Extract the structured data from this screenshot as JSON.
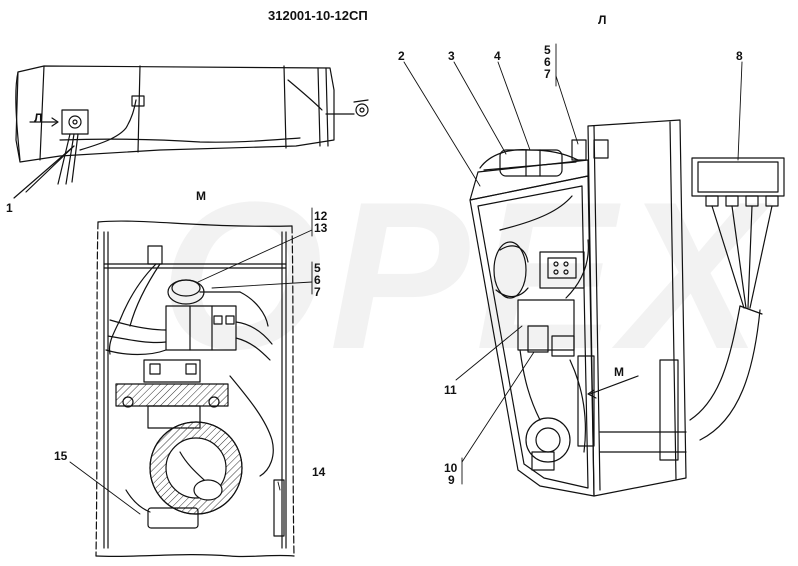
{
  "title": "312001-10-12СП",
  "watermark": "OPEX",
  "views": {
    "top_right": "Л",
    "left_small": "Л",
    "detail": "М",
    "arrow_right": "М"
  },
  "callouts": {
    "n1": "1",
    "n2": "2",
    "n3": "3",
    "n4": "4",
    "n5a": "5",
    "n6a": "6",
    "n7a": "7",
    "n8": "8",
    "n12": "12",
    "n13": "13",
    "n5b": "5",
    "n6b": "6",
    "n7b": "7",
    "n11": "11",
    "n10": "10",
    "n9": "9",
    "n14": "14",
    "n15": "15"
  },
  "colors": {
    "line": "#111111",
    "hatch": "#333333",
    "paper": "#ffffff"
  }
}
